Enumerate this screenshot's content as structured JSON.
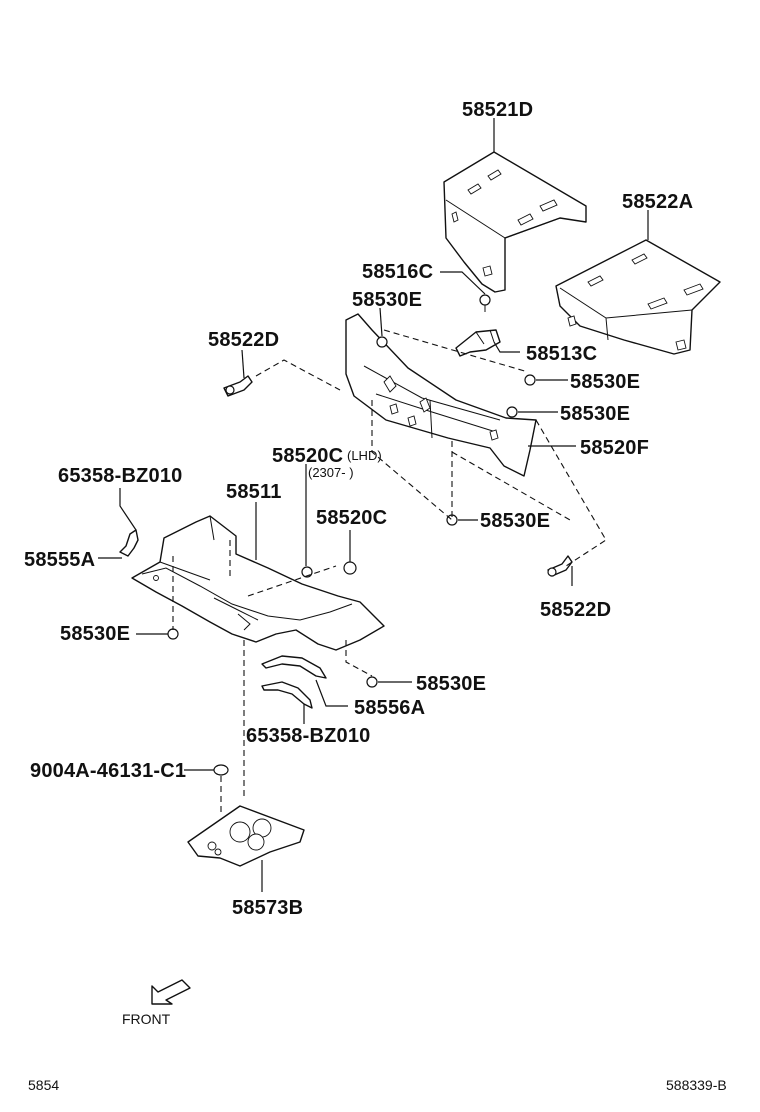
{
  "labels": {
    "p58521D": "58521D",
    "p58522A": "58522A",
    "p58516C": "58516C",
    "p58530E_a": "58530E",
    "p58522D_a": "58522D",
    "p58513C": "58513C",
    "p58530E_b": "58530E",
    "p58530E_c": "58530E",
    "p58520F": "58520F",
    "p58520C_lhd": "58520C",
    "lhd_note": "(LHD)",
    "date_note": "(2307-    )",
    "p65358_a": "65358-BZ010",
    "p58511": "58511",
    "p58520C": "58520C",
    "p58530E_d": "58530E",
    "p58555A": "58555A",
    "p58522D_b": "58522D",
    "p58530E_e": "58530E",
    "p58530E_f": "58530E",
    "p58556A": "58556A",
    "p65358_b": "65358-BZ010",
    "p9004A": "9004A-46131-C1",
    "p58573B": "58573B",
    "front": "FRONT",
    "page_ref": "5854",
    "diagram_ref": "588339-B"
  }
}
